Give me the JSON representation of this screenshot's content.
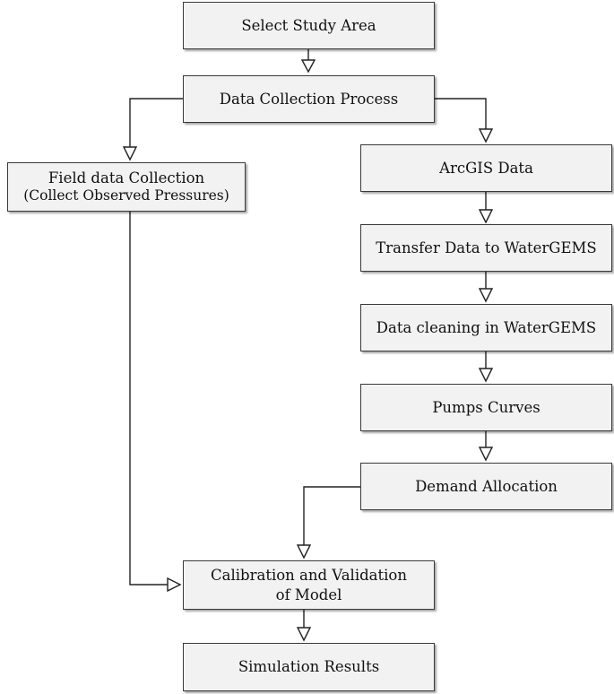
{
  "nodes": {
    "select_study_area": "Select Study Area",
    "data_collection_process": "Data Collection Process",
    "field_data_collection": {
      "line1": "Field data Collection",
      "line2": "(Collect Observed Pressures)"
    },
    "arcgis_data": "ArcGIS Data",
    "transfer_data": "Transfer Data to WaterGEMS",
    "data_cleaning": "Data cleaning in WaterGEMS",
    "pumps_curves": "Pumps Curves",
    "demand_allocation": "Demand Allocation",
    "calibration": {
      "line1": "Calibration and Validation",
      "line2": "of Model"
    },
    "simulation_results": "Simulation Results"
  },
  "connectors": [
    {
      "from": "select_study_area",
      "to": "data_collection_process"
    },
    {
      "from": "data_collection_process",
      "to": "field_data_collection"
    },
    {
      "from": "data_collection_process",
      "to": "arcgis_data"
    },
    {
      "from": "arcgis_data",
      "to": "transfer_data"
    },
    {
      "from": "transfer_data",
      "to": "data_cleaning"
    },
    {
      "from": "data_cleaning",
      "to": "pumps_curves"
    },
    {
      "from": "pumps_curves",
      "to": "demand_allocation"
    },
    {
      "from": "demand_allocation",
      "to": "calibration"
    },
    {
      "from": "field_data_collection",
      "to": "calibration"
    },
    {
      "from": "calibration",
      "to": "simulation_results"
    }
  ]
}
